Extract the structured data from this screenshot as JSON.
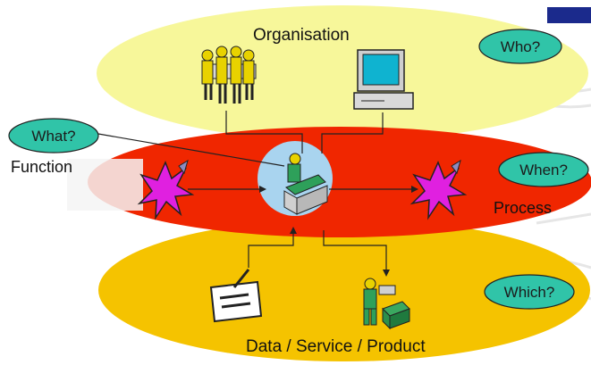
{
  "layers": {
    "top": "Organisation",
    "middle_left": "Function",
    "middle_right": "Process",
    "bottom": "Data / Service / Product"
  },
  "bubbles": {
    "who": "Who?",
    "what": "What?",
    "when": "When?",
    "which": "Which?"
  },
  "icons": [
    "people-meeting-icon",
    "computer-icon",
    "starburst-icon",
    "worker-at-desk-icon",
    "document-icon",
    "person-with-package-icon"
  ],
  "colors": {
    "top_layer": "#f7f79a",
    "middle_layer": "#f02600",
    "bottom_layer": "#f5c300",
    "center_circle": "#a9d4ef",
    "bubble": "#30c4a8",
    "starburst": "#e020e0",
    "corner_mark": "#1b2a8c"
  }
}
